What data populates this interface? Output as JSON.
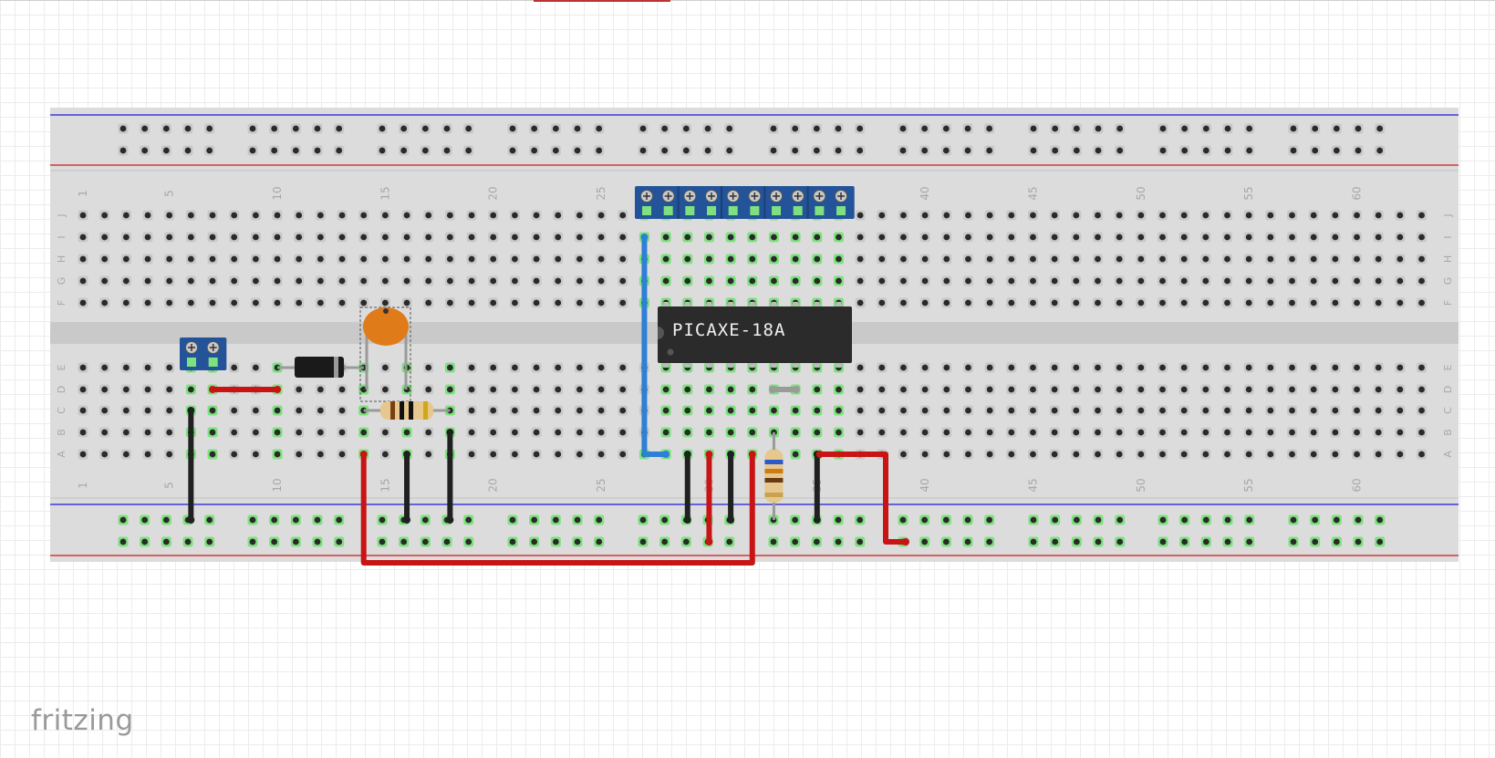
{
  "app": {
    "logo_text": "fritzing"
  },
  "colors": {
    "canvas_bg": "#ffffff",
    "grid_line": "#ececec",
    "breadboard_body": "#dcdcdc",
    "breadboard_channel": "#c9c9c9",
    "rail_blue": "#3b3bd6",
    "rail_red": "#d13a3a",
    "hole": "#2a2a2a",
    "hole_connected": "#7fe07f",
    "wire_red": "#c81414",
    "wire_black": "#202020",
    "wire_blue": "#2e7fd6",
    "terminal_block": "#23549a",
    "chip_body": "#2b2b2b",
    "capacitor": "#e07b1a"
  },
  "breadboard": {
    "row_letters": [
      "J",
      "I",
      "H",
      "G",
      "F",
      "E",
      "D",
      "C",
      "B",
      "A"
    ],
    "column_labels": [
      "1",
      "5",
      "10",
      "15",
      "20",
      "25",
      "30",
      "35",
      "40",
      "45",
      "50",
      "55",
      "60"
    ],
    "columns": 63
  },
  "components": {
    "chip_label": "PICAXE-18A",
    "terminal_blocks": [
      {
        "id": "tb-left",
        "pins": 2
      },
      {
        "id": "tb-top",
        "pins": 10
      }
    ],
    "diode": {
      "id": "diode"
    },
    "capacitor": {
      "id": "ceramic-capacitor"
    },
    "resistors": [
      {
        "id": "resistor-horizontal",
        "bands": [
          "#7a3e12",
          "#111111",
          "#111111",
          "#d4a514"
        ]
      },
      {
        "id": "resistor-vertical",
        "bands": [
          "#2c58c9",
          "#d07a12",
          "#6b3a12",
          "#c9a24e"
        ]
      }
    ]
  }
}
